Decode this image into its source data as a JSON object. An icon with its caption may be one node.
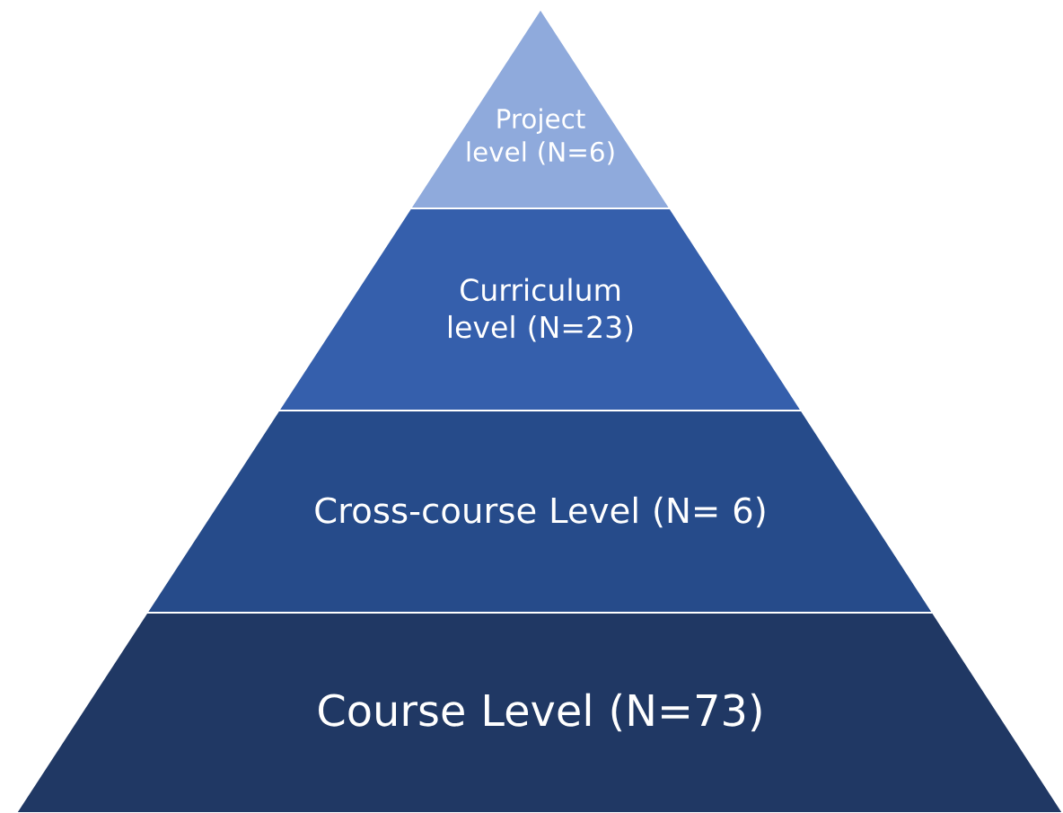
{
  "diagram": {
    "nodes": [
      {
        "text": [
          "Project level (N=6)"
        ]
      },
      {
        "text": [
          "Curriculum level (N=23)"
        ]
      },
      {
        "text": [
          "Cross-course Level (N= 6)"
        ]
      },
      {
        "text": [
          "Course Level (N=73)"
        ]
      }
    ]
  }
}
